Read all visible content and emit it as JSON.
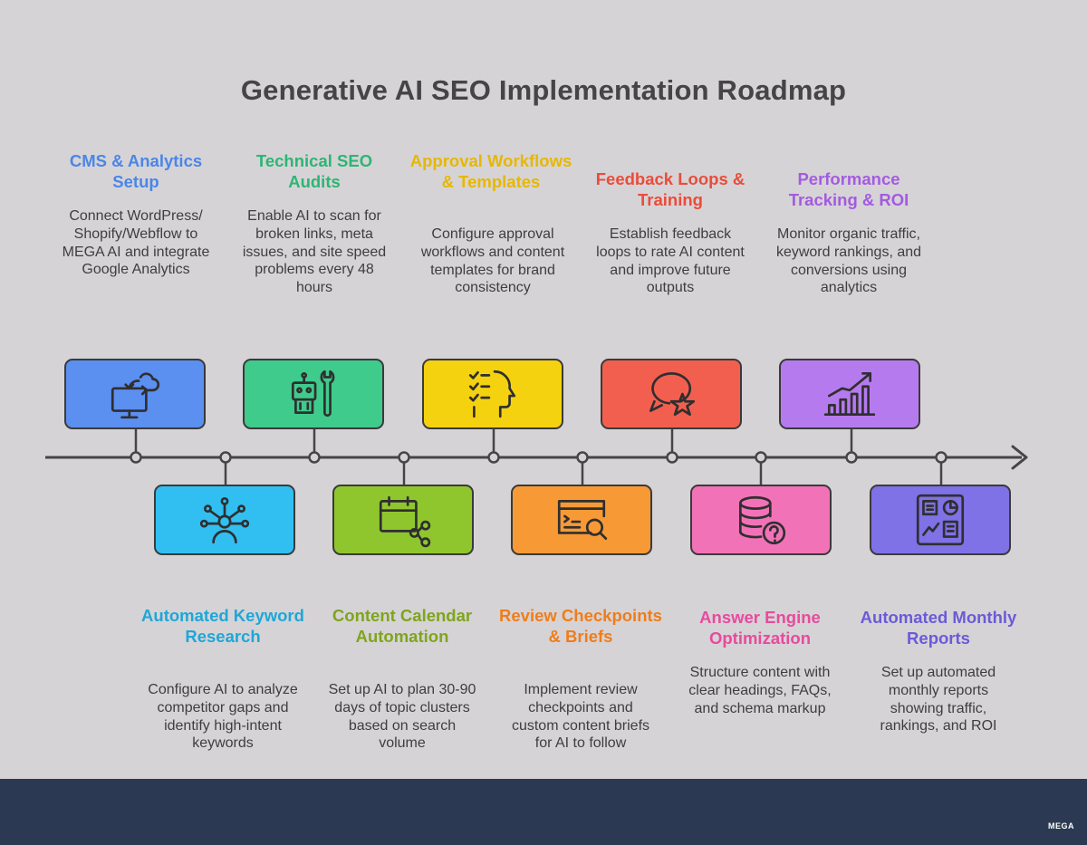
{
  "title": "Generative AI SEO Implementation Roadmap",
  "steps": [
    {
      "title": "CMS & Analytics Setup",
      "desc": "Connect WordPress/ Shopify/Webflow to MEGA AI and integrate Google Analytics",
      "color": "#4a86e8",
      "box_color": "#5b8ff0",
      "icon": "cloud-sync-monitor-icon",
      "position": "top"
    },
    {
      "title": "Automated Keyword Research",
      "desc": "Configure AI to analyze competitor gaps and identify high-intent keywords",
      "color": "#1ea7d7",
      "box_color": "#31bff2",
      "icon": "person-network-icon",
      "position": "bottom"
    },
    {
      "title": "Technical SEO Audits",
      "desc": "Enable AI to scan for broken links, meta issues, and site speed problems every 48 hours",
      "color": "#2bb673",
      "box_color": "#3ecb8c",
      "icon": "robot-wrench-icon",
      "position": "top"
    },
    {
      "title": "Content Calendar Automation",
      "desc": "Set up AI to plan 30-90 days of topic clusters based on search volume",
      "color": "#7ea51c",
      "box_color": "#8fc62e",
      "icon": "calendar-share-icon",
      "position": "bottom"
    },
    {
      "title": "Approval Workflows & Templates",
      "desc": "Configure approval workflows and content templates for brand consistency",
      "color": "#e6b800",
      "box_color": "#f5d20f",
      "icon": "checklist-head-icon",
      "position": "top"
    },
    {
      "title": "Review Checkpoints & Briefs",
      "desc": "Implement review checkpoints and custom content briefs for AI to follow",
      "color": "#ef7d1a",
      "box_color": "#f79a36",
      "icon": "browser-search-icon",
      "position": "bottom"
    },
    {
      "title": "Feedback Loops & Training",
      "desc": "Establish feedback loops to rate AI content and improve future outputs",
      "color": "#ea4c3a",
      "box_color": "#f35f4f",
      "icon": "chat-star-icon",
      "position": "top"
    },
    {
      "title": "Answer Engine Optimization",
      "desc": "Structure content with clear headings, FAQs, and schema markup",
      "color": "#e84a9c",
      "box_color": "#f272b8",
      "icon": "database-question-icon",
      "position": "bottom"
    },
    {
      "title": "Performance Tracking & ROI",
      "desc": "Monitor organic traffic, keyword rankings, and conversions using analytics",
      "color": "#a35be0",
      "box_color": "#b67aef",
      "icon": "growth-chart-icon",
      "position": "top"
    },
    {
      "title": "Automated Monthly Reports",
      "desc": "Set up automated monthly reports showing traffic, rankings, and ROI",
      "color": "#6a5bd8",
      "box_color": "#7f71e6",
      "icon": "dashboard-report-icon",
      "position": "bottom"
    }
  ],
  "brand": "MEGA"
}
